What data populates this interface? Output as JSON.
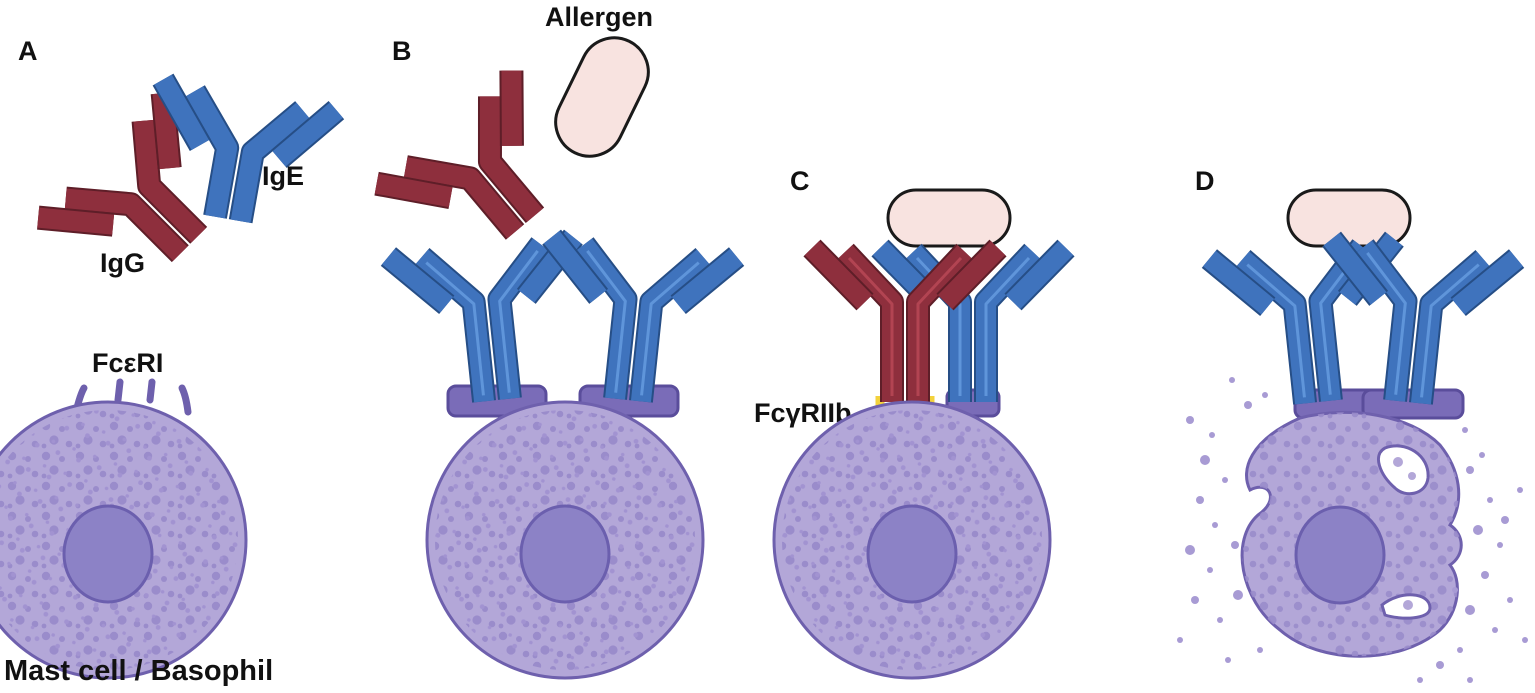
{
  "labels": {
    "panel_a": "A",
    "panel_b": "B",
    "panel_c": "C",
    "panel_d": "D",
    "ige": "IgE",
    "igg": "IgG",
    "allergen": "Allergen",
    "fceri": "FcεRI",
    "fcgriib": "FcγRIIb",
    "cell_caption": "Mast cell / Basophil"
  },
  "colors": {
    "igg": "#8e2f3d",
    "ige": "#3f73bd",
    "allergen_fill": "#f8e3e0",
    "cell": "#b3a7d8",
    "nucleus": "#8c82c6",
    "receptor": "#7a6cb8",
    "fcgriib": "#f3d23c"
  }
}
